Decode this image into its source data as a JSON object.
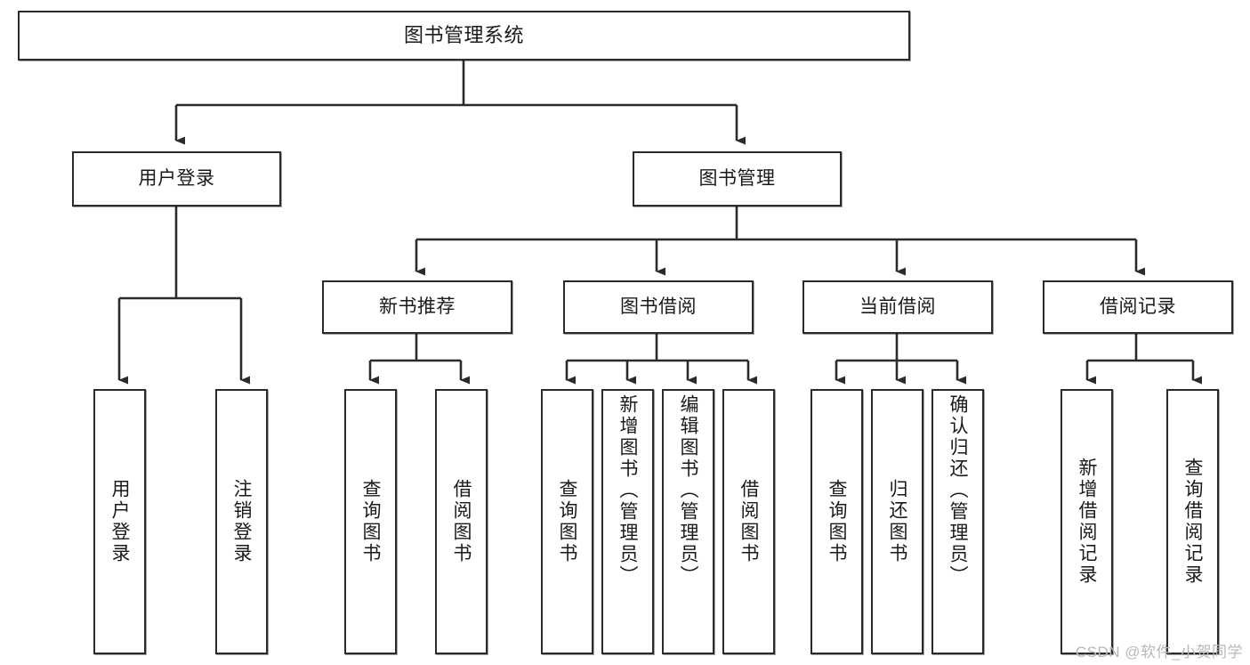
{
  "diagram": {
    "type": "tree",
    "title": "图书管理系统",
    "watermark": "CSDN @软件_小贺同学",
    "edge_color": "#2b2b2b",
    "node_fill": "#ffffff",
    "node_border": "#2b2b2b"
  },
  "nodes": {
    "root": {
      "label": "图书管理系统"
    },
    "level2": [
      {
        "label": "用户登录"
      },
      {
        "label": "图书管理"
      }
    ],
    "level3": [
      {
        "label": "新书推荐"
      },
      {
        "label": "图书借阅"
      },
      {
        "label": "当前借阅"
      },
      {
        "label": "借阅记录"
      }
    ],
    "leaves": {
      "user_login": [
        {
          "label": "用户登录"
        },
        {
          "label": "注销登录"
        }
      ],
      "new_books": [
        {
          "label": "查询图书"
        },
        {
          "label": "借阅图书"
        }
      ],
      "book_borrow": [
        {
          "label": "查询图书"
        },
        {
          "label": "新增图书（管理员）"
        },
        {
          "label": "编辑图书（管理员）"
        },
        {
          "label": "借阅图书"
        }
      ],
      "current_borrow": [
        {
          "label": "查询图书"
        },
        {
          "label": "归还图书"
        },
        {
          "label": "确认归还（管理员）"
        }
      ],
      "borrow_records": [
        {
          "label": "新增借阅记录"
        },
        {
          "label": "查询借阅记录"
        }
      ]
    }
  }
}
